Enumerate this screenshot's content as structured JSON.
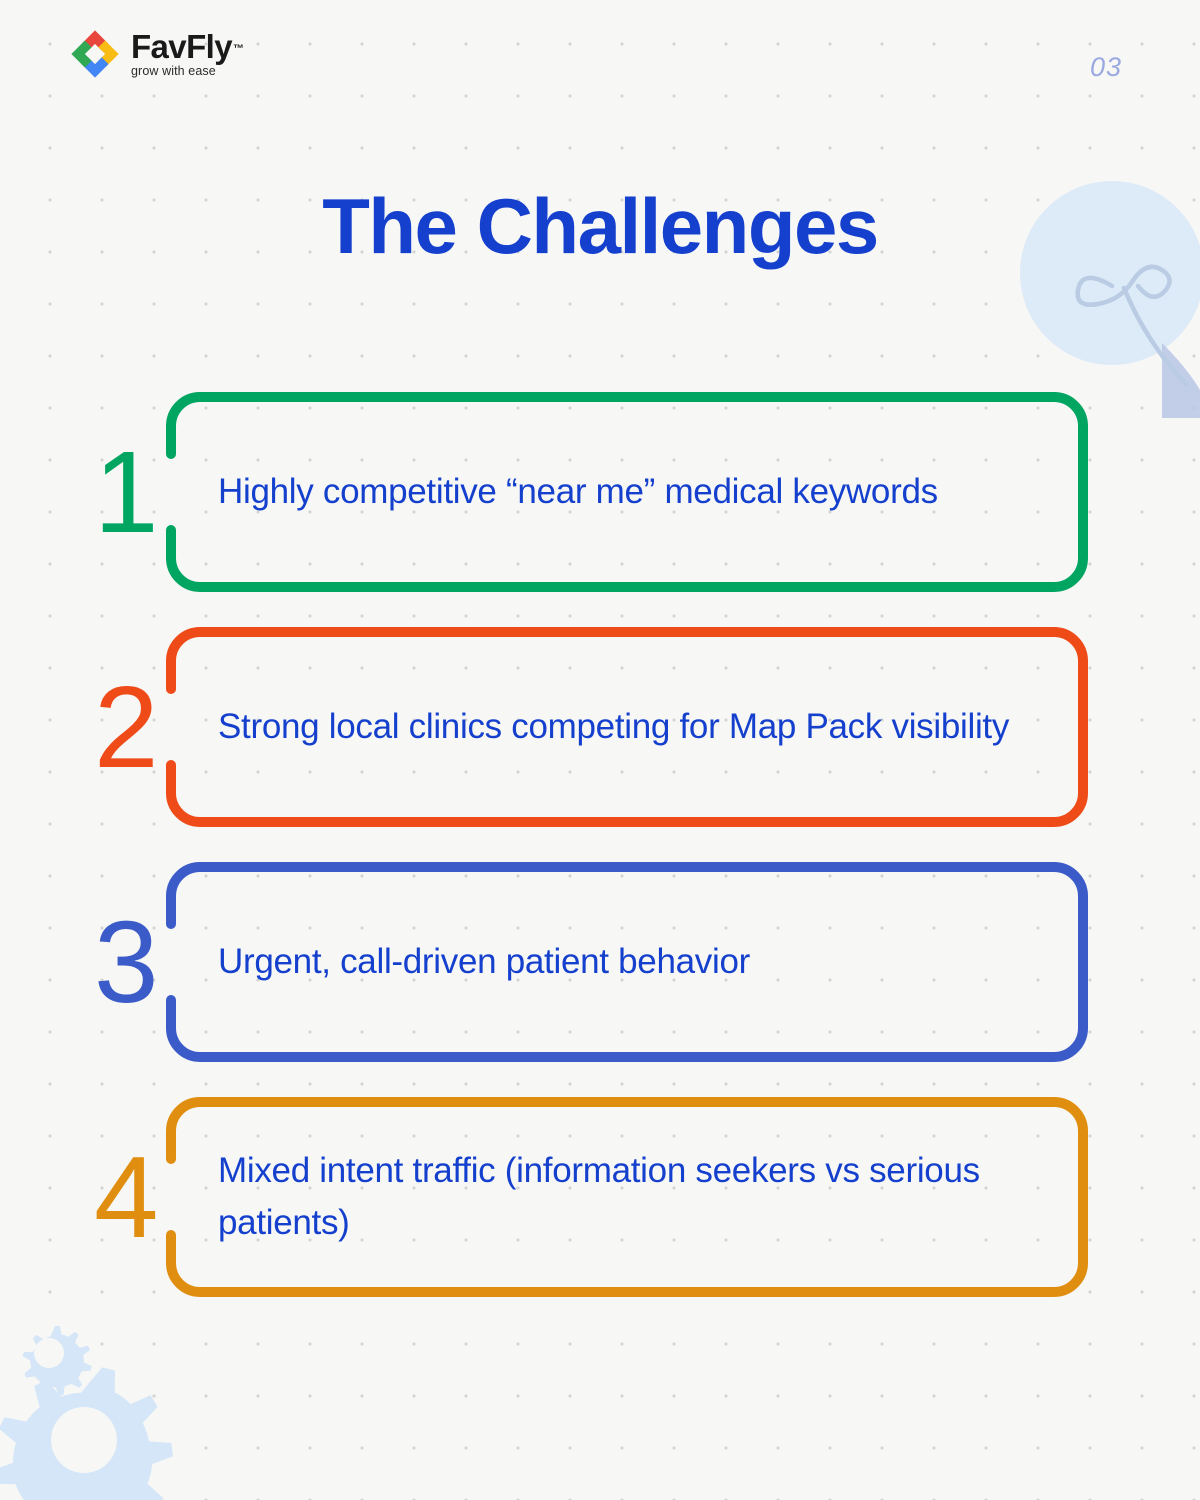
{
  "header": {
    "logo": {
      "name": "FavFly",
      "tm": "™",
      "tagline": "grow with ease",
      "mark_colors": {
        "top": "#E8453C",
        "right": "#F9BC15",
        "bottom": "#4285F4",
        "left": "#31A853"
      }
    },
    "page_number": "03"
  },
  "title": "The Challenges",
  "theme": {
    "background": "#f7f7f6",
    "dot_color": "#d4d4d2",
    "text_blue": "#1440cd",
    "decor_blue": "#c9ddf2"
  },
  "cards": [
    {
      "number": "1",
      "text": "Highly competitive “near me” medical keywords",
      "color": "#00a561"
    },
    {
      "number": "2",
      "text": "Strong local clinics competing for Map Pack visibility",
      "color": "#ef4b18"
    },
    {
      "number": "3",
      "text": "Urgent, call-driven patient behavior",
      "color": "#3b5bc8"
    },
    {
      "number": "4",
      "text": "Mixed intent traffic (information seekers vs serious patients)",
      "color": "#e08e10"
    }
  ],
  "decorations": {
    "lightbulb": "lightbulb-icon",
    "gear_large": "gear-icon",
    "gear_small": "gear-icon"
  }
}
